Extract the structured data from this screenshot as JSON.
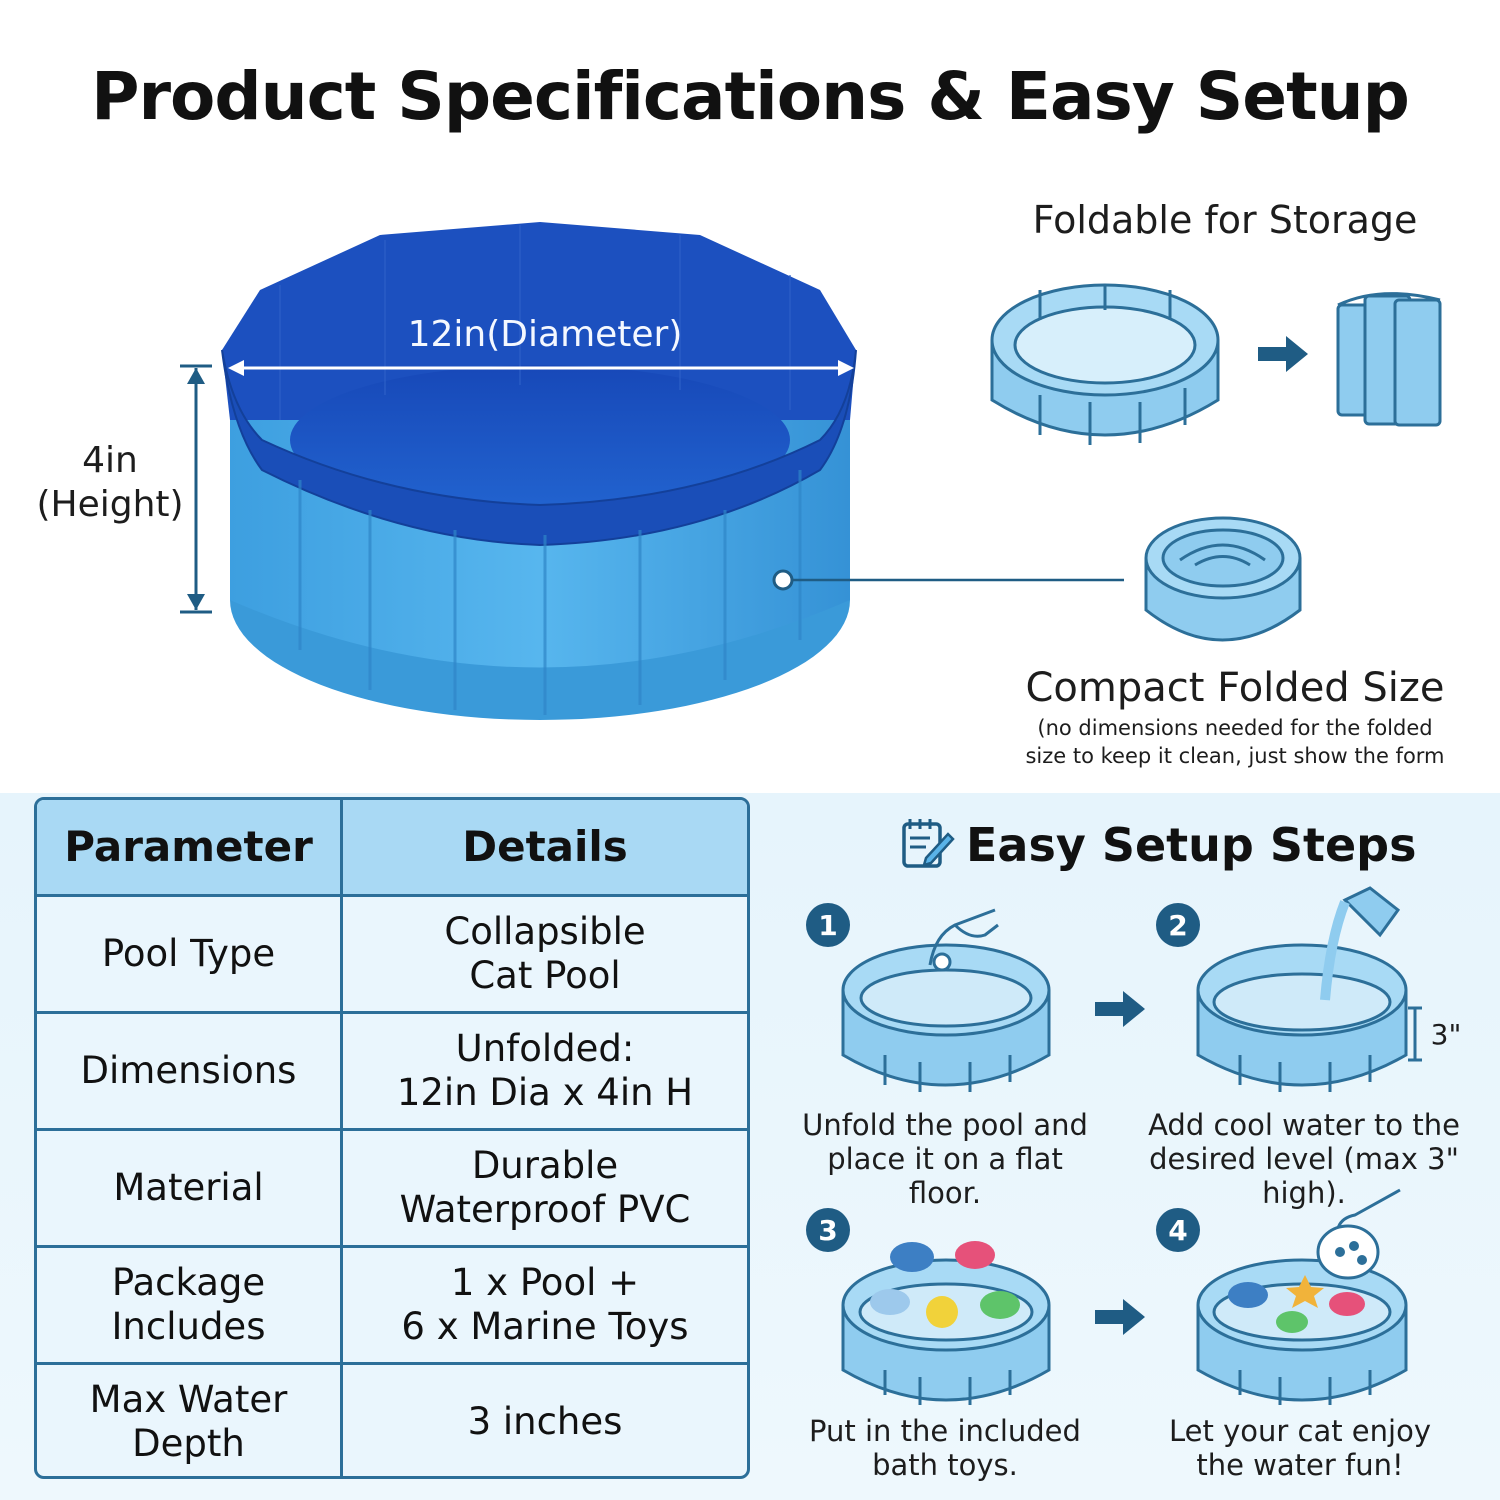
{
  "title": "Product Specifications & Easy Setup",
  "pool_labels": {
    "diameter": "12in(Diameter)",
    "height_value": "4in",
    "height_label": "(Height)"
  },
  "storage": {
    "foldable_title": "Foldable for Storage",
    "compact_title": "Compact Folded Size",
    "compact_note_line1": "(no dimensions needed for the folded",
    "compact_note_line2": "size to keep it clean, just show the form"
  },
  "table": {
    "headers": [
      "Parameter",
      "Details"
    ],
    "rows": [
      {
        "param": "Pool Type",
        "details": "Collapsible\nCat Pool"
      },
      {
        "param": "Dimensions",
        "details": "Unfolded:\n12in Dia x 4in H"
      },
      {
        "param": "Material",
        "details": "Durable\nWaterproof PVC"
      },
      {
        "param": "Package\nIncludes",
        "details": "1 x Pool +\n6 x Marine Toys"
      },
      {
        "param": "Max Water\nDepth",
        "details": "3 inches"
      }
    ]
  },
  "setup": {
    "title": "Easy Setup Steps",
    "water_level_mark": "3\"",
    "steps": [
      {
        "number": "1",
        "caption": "Unfold the pool and\nplace it on a flat floor."
      },
      {
        "number": "2",
        "caption": "Add cool water to the\ndesired level (max 3\" high)."
      },
      {
        "number": "3",
        "caption": "Put in the included\nbath toys."
      },
      {
        "number": "4",
        "caption": "Let your cat enjoy\nthe water fun!"
      }
    ]
  },
  "colors": {
    "pool_inner": "#1a56c4",
    "pool_outer": "#3fa6e4",
    "line_art": "#2c6f99",
    "line_fill": "#8fccef",
    "table_header": "#a9d9f4",
    "badge": "#1f5c84"
  }
}
